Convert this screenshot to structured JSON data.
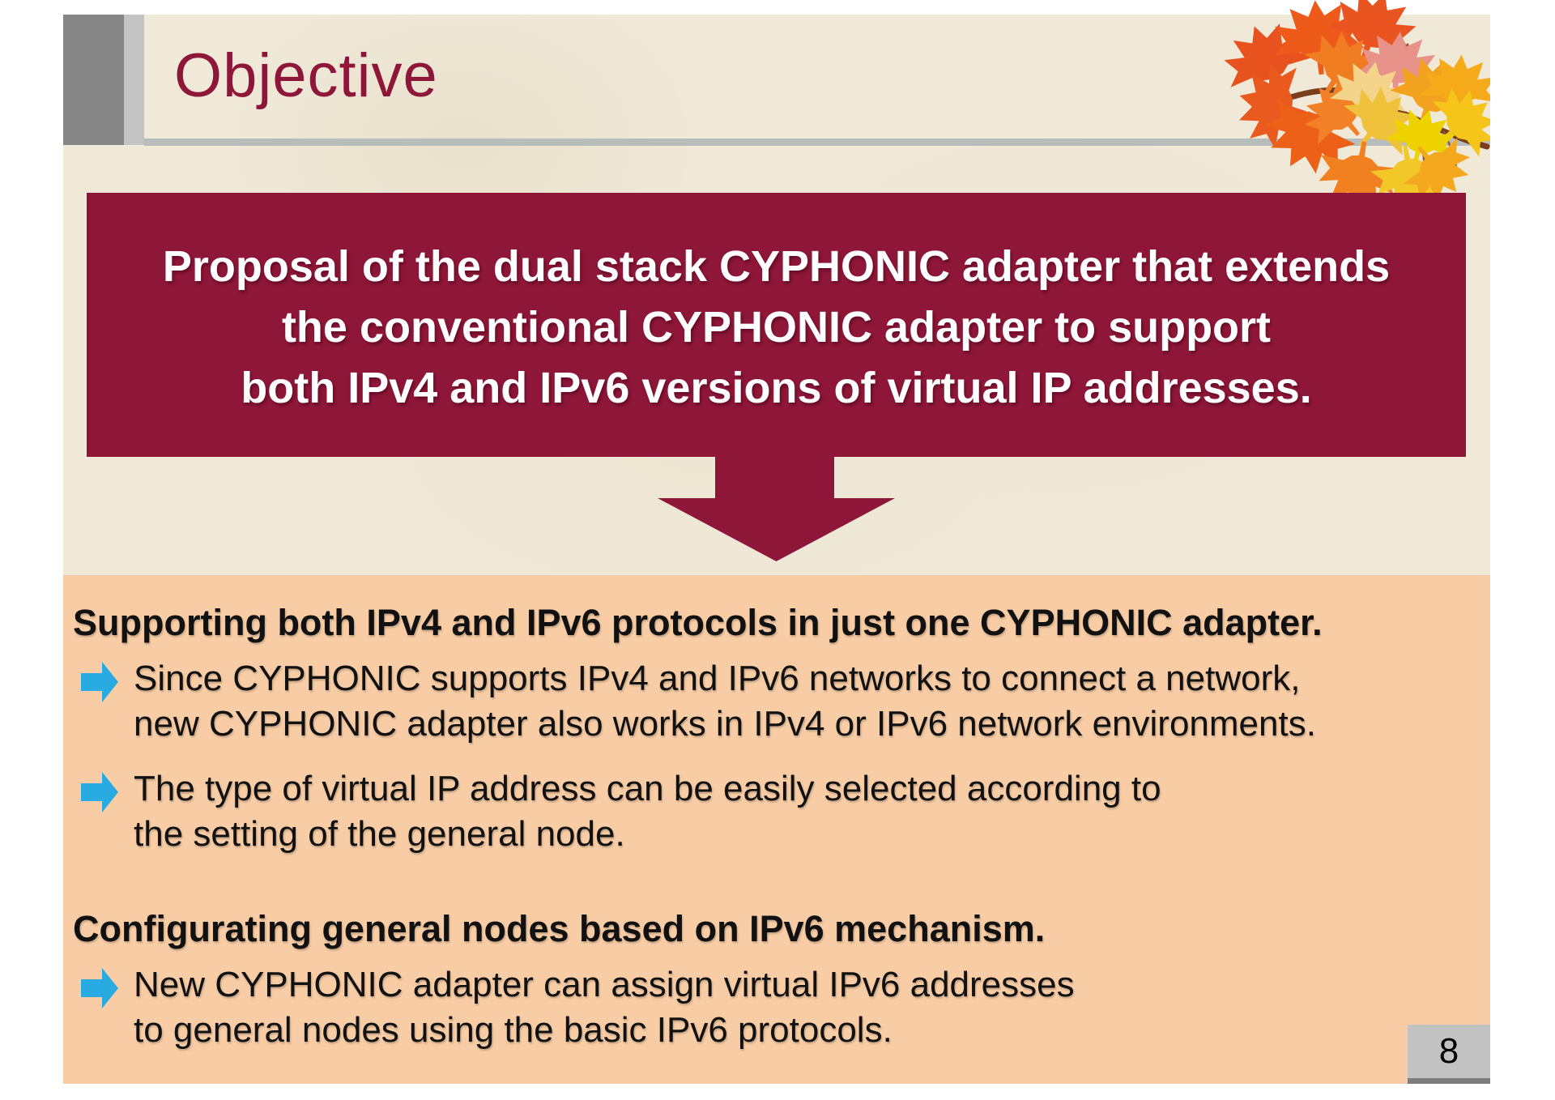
{
  "slide": {
    "title": "Objective",
    "page_number": "8",
    "proposal_box": {
      "lines": [
        "Proposal of the dual stack CYPHONIC adapter that extends",
        "the conventional CYPHONIC adapter to support",
        "both IPv4 and IPv6 versions of virtual IP addresses."
      ]
    },
    "sections": [
      {
        "heading": "Supporting both IPv4 and IPv6 protocols in just one CYPHONIC adapter.",
        "bullets": [
          {
            "lines": [
              "Since CYPHONIC supports IPv4 and IPv6 networks to connect a network,",
              "new CYPHONIC adapter also works in IPv4 or IPv6 network environments."
            ]
          },
          {
            "lines": [
              "The type of virtual IP address can be easily selected according to",
              "the setting of the general node."
            ]
          }
        ]
      },
      {
        "heading": "Configurating general nodes based on IPv6 mechanism.",
        "bullets": [
          {
            "lines": [
              "New CYPHONIC adapter can assign virtual IPv6 addresses",
              "to general nodes using the basic IPv6 protocols."
            ]
          }
        ]
      }
    ],
    "colors": {
      "maroon": "#8e1638",
      "peach": "#f8cda5",
      "beige": "#f0e9d8",
      "blue_bullet": "#29abe2",
      "gray_block": "#868686",
      "gray_strip": "#c3c3c3",
      "gray_line": "#b7bdbd",
      "page_box": "#c2c2c2",
      "page_box_shadow": "#7d7d7d",
      "white_text": "#ffffff",
      "body_text": "#111111"
    }
  }
}
